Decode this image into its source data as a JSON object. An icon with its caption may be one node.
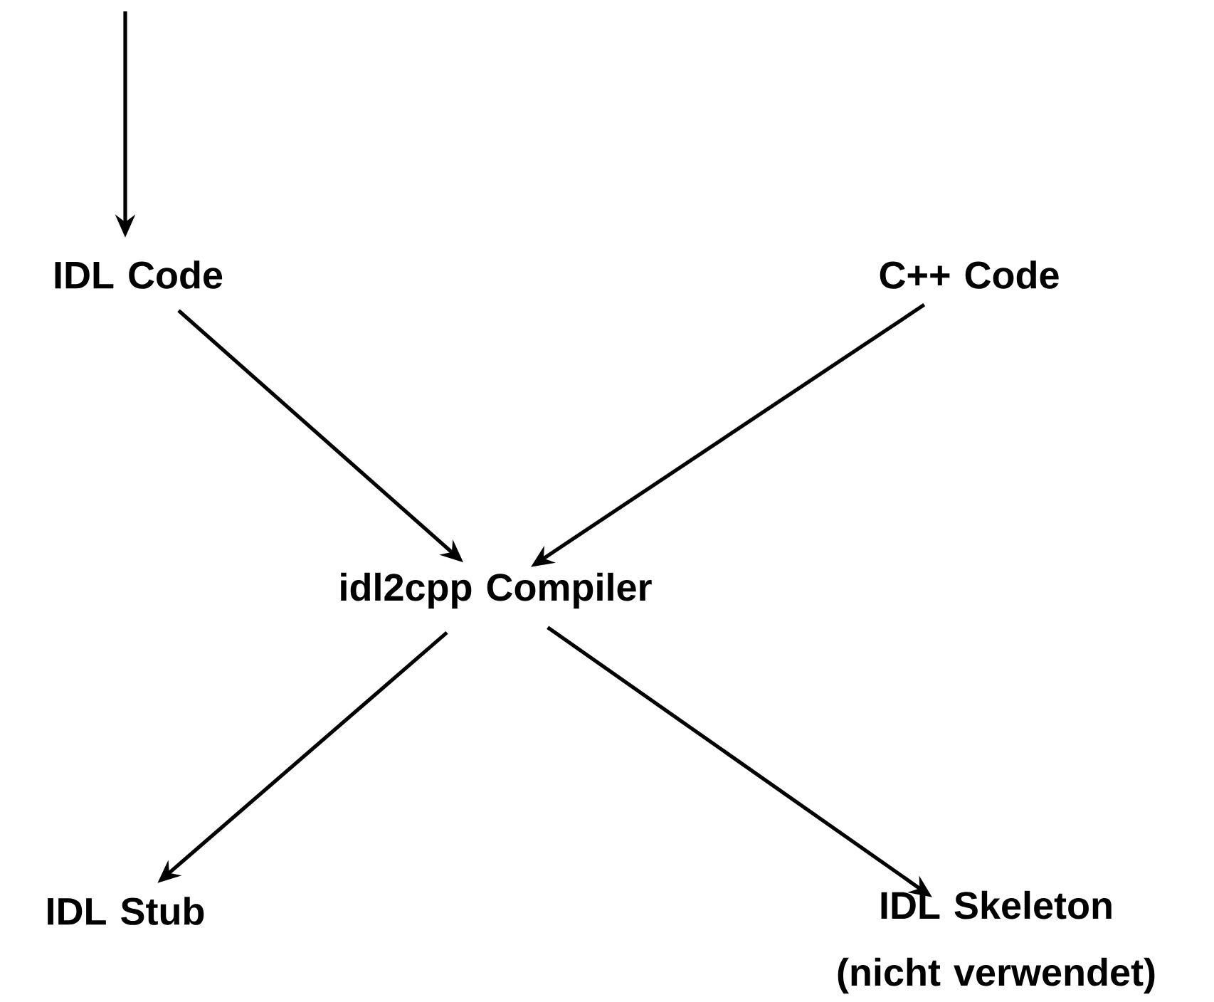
{
  "diagram": {
    "nodes": [
      {
        "text": [
          "IDL Code"
        ]
      },
      {
        "text": [
          "C++ Code"
        ]
      },
      {
        "text": [
          "idl2cpp Compiler"
        ]
      },
      {
        "text": [
          "IDL Stub"
        ]
      },
      {
        "text": [
          "IDL Skeleton (nicht verwendet)"
        ]
      }
    ],
    "edges": [
      {
        "from": null,
        "to": 0,
        "arrow": "to"
      },
      {
        "from": 0,
        "to": 2,
        "arrow": "to"
      },
      {
        "from": 1,
        "to": 2,
        "arrow": "to"
      },
      {
        "from": 2,
        "to": 3,
        "arrow": "to"
      },
      {
        "from": 2,
        "to": 4,
        "arrow": "to"
      }
    ]
  }
}
